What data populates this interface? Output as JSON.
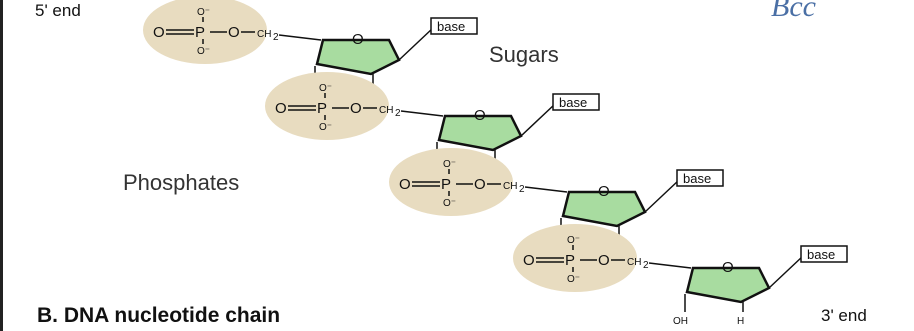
{
  "labels": {
    "five_prime_end": "5' end",
    "three_prime_end": "3' end",
    "sugars": "Sugars",
    "phosphates": "Phosphates",
    "title": "B. DNA nucleotide chain",
    "corner_text": "Bcc"
  },
  "atoms": {
    "o_minus": "O⁻",
    "oxygen": "O",
    "phosphorus": "P",
    "ch2": "CH",
    "ch2_sub": "2",
    "ring_o": "O",
    "h": "H",
    "oh": "OH",
    "base": "base"
  },
  "colors": {
    "phosphate": "#e8dcc0",
    "sugar": "#a8dca0",
    "logo": "#4a6fa5"
  },
  "nucleotides": [
    {
      "index": 1
    },
    {
      "index": 2
    },
    {
      "index": 3
    },
    {
      "index": 4
    }
  ]
}
